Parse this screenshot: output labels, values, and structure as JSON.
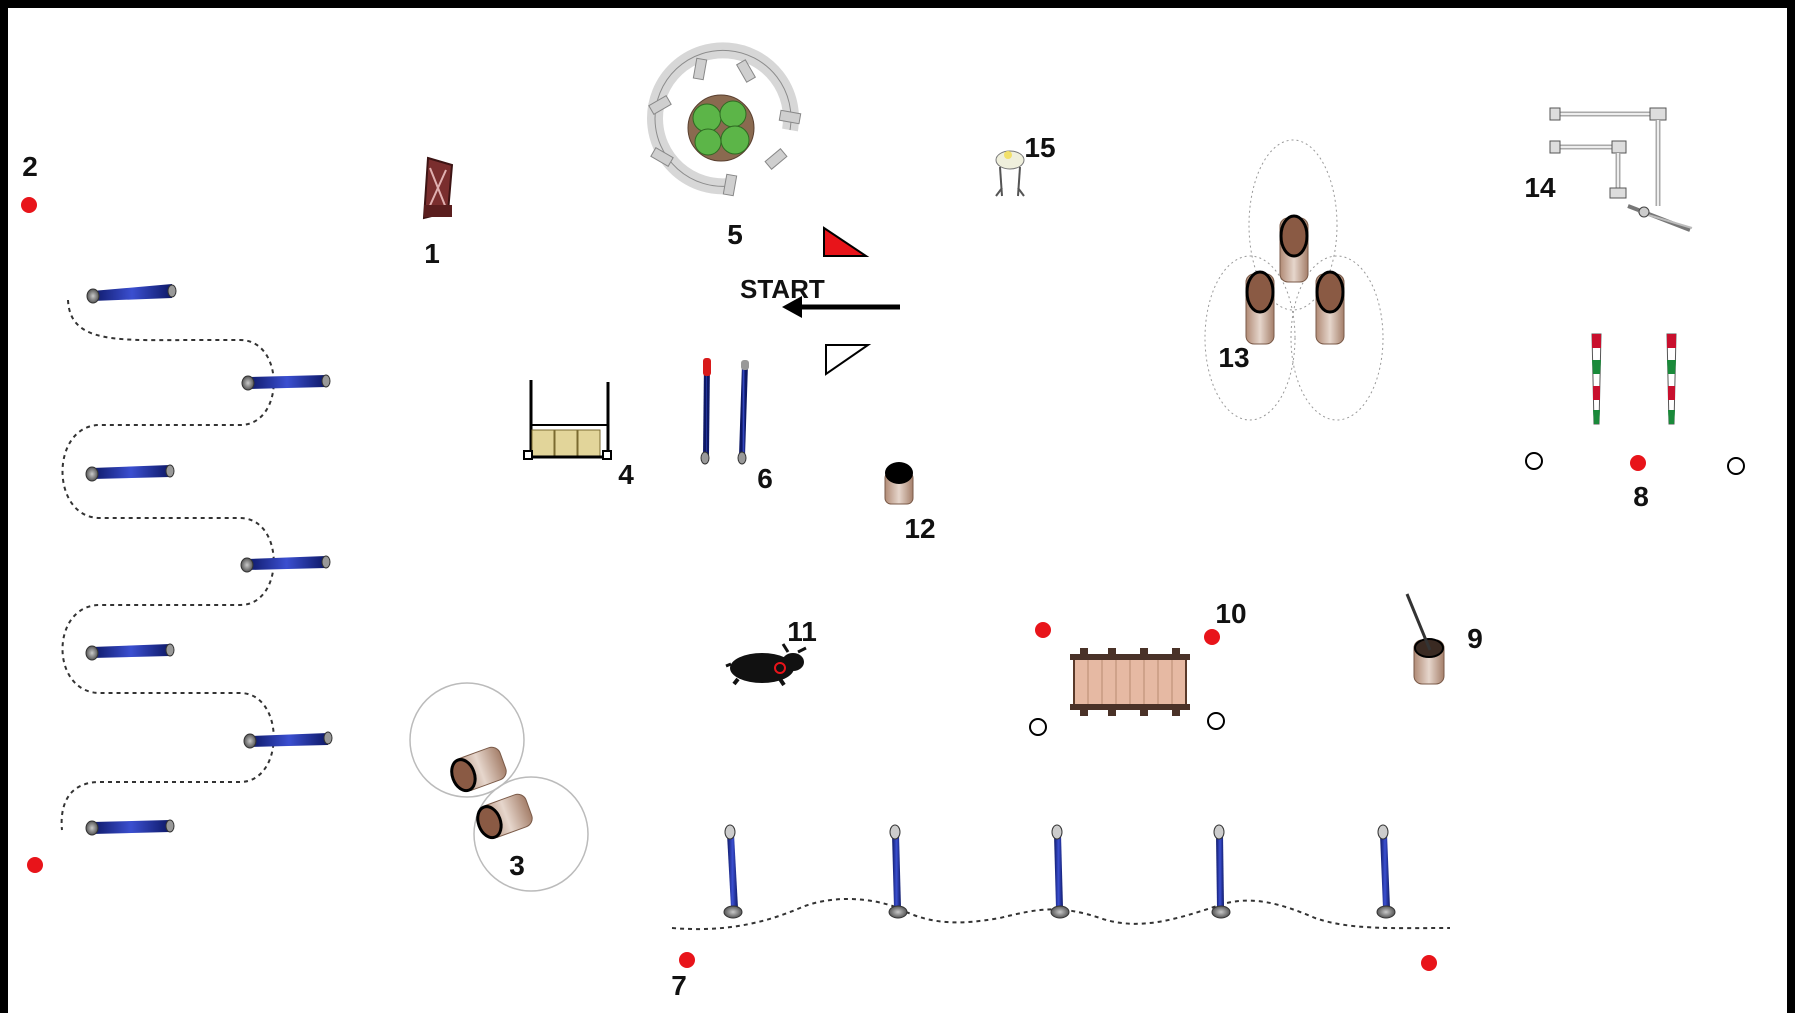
{
  "course": {
    "start_label": "START",
    "obstacle_numbers": [
      "1",
      "2",
      "3",
      "4",
      "5",
      "6",
      "7",
      "8",
      "9",
      "10",
      "11",
      "12",
      "13",
      "14",
      "15"
    ]
  },
  "colors": {
    "frame": "#000000",
    "marker_red": "#e8141a",
    "pole_blue": "#1e2f9c",
    "barrel_wood": "#8a5a44",
    "dashed_path": "#333333",
    "start_flag_red": "#e8141a"
  },
  "icons": {
    "1": "mounting-block-icon",
    "2": "slalom-poles-icon",
    "3": "barrels-icon",
    "4": "sack-rack-icon",
    "5": "circular-bench-with-plants-icon",
    "6": "pole-gate-icon",
    "7": "standing-poles-slalom-icon",
    "8": "striped-gate-icon",
    "9": "bucket-with-stick-icon",
    "10": "wooden-bridge-icon",
    "11": "bull-icon",
    "12": "single-barrel-icon",
    "13": "barrel-cloverleaf-icon",
    "14": "gate-with-latch-icon",
    "15": "small-table-icon"
  }
}
